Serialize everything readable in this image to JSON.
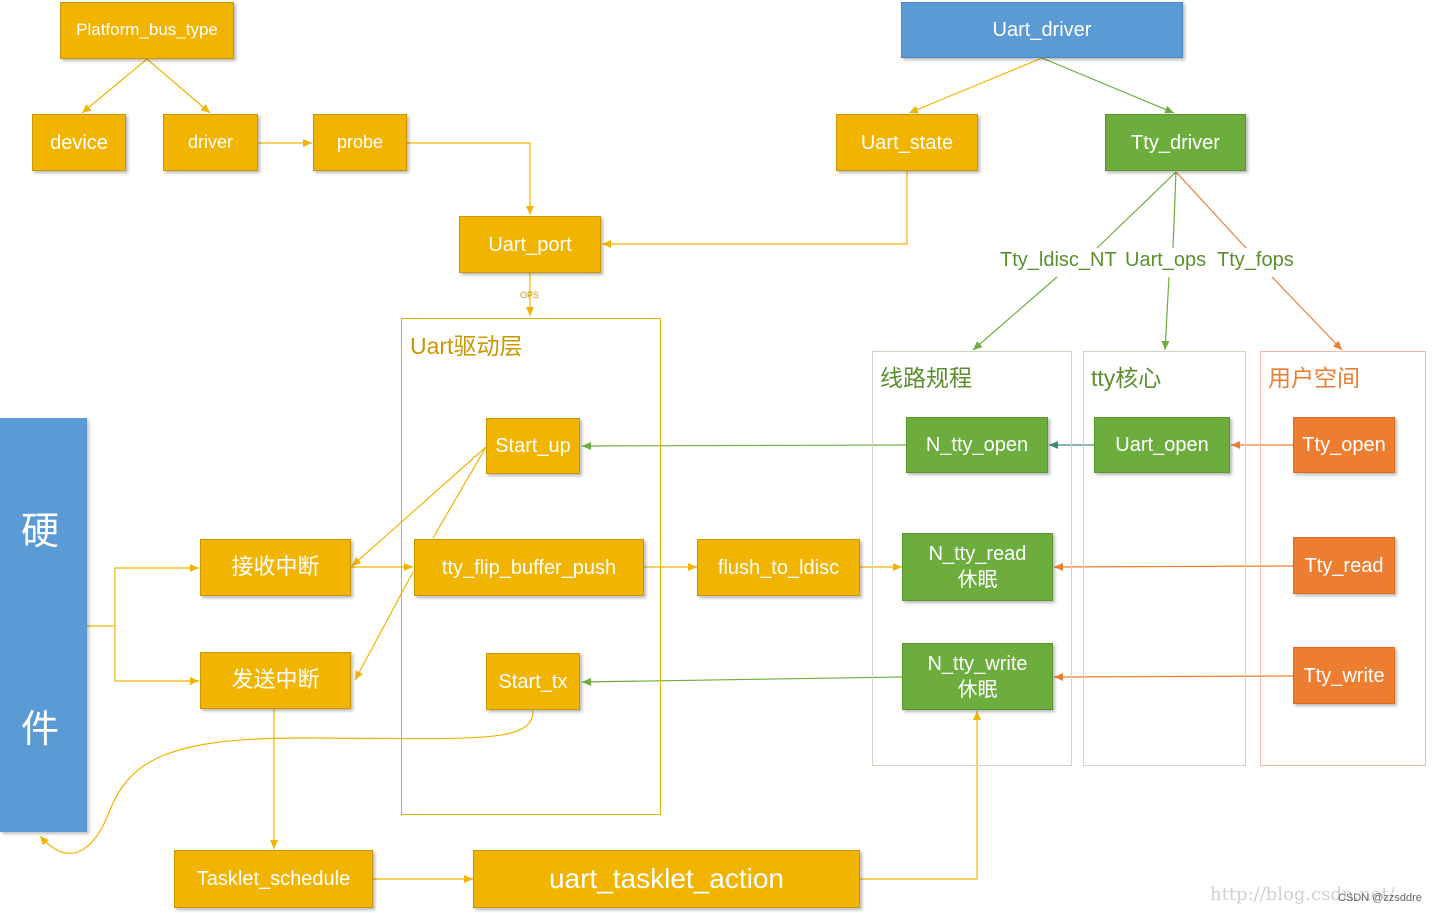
{
  "colors": {
    "yellow": "#F1B400",
    "blue": "#5B9BD5",
    "green": "#6CAD3E",
    "orange": "#ED7D31",
    "green_text": "#5B8F2E",
    "orange_text": "#ED7D31",
    "yellow_text": "#C99700"
  },
  "hardware": {
    "char1": "硬",
    "char2": "件"
  },
  "groups": {
    "uart_driver_layer": "Uart驱动层",
    "line_discipline": "线路规程",
    "tty_core": "tty核心",
    "user_space": "用户空间"
  },
  "nodes": {
    "platform_bus_type": "Platform_bus_type",
    "device": "device",
    "driver": "driver",
    "probe": "probe",
    "uart_port": "Uart_port",
    "uart_driver": "Uart_driver",
    "uart_state": "Uart_state",
    "tty_driver": "Tty_driver",
    "start_up": "Start_up",
    "tty_flip_buffer_push": "tty_flip_buffer_push",
    "start_tx": "Start_tx",
    "rx_interrupt": "接收中断",
    "tx_interrupt": "发送中断",
    "flush_to_ldisc": "flush_to_ldisc",
    "n_tty_open": "N_tty_open",
    "n_tty_read": "N_tty_read\n休眠",
    "n_tty_write": "N_tty_write\n休眠",
    "uart_open": "Uart_open",
    "tty_open": "Tty_open",
    "tty_read": "Tty_read",
    "tty_write": "Tty_write",
    "tasklet_schedule": "Tasklet_schedule",
    "uart_tasklet_action": "uart_tasklet_action"
  },
  "labels": {
    "ops": "OPS",
    "tty_ldisc_n": "Tty_ldisc_NT",
    "uart_ops": "Uart_ops",
    "tty_fops": "Tty_fops"
  },
  "watermark": "http://blog.csdn.net/",
  "credit": "CSDN @zzsddre"
}
